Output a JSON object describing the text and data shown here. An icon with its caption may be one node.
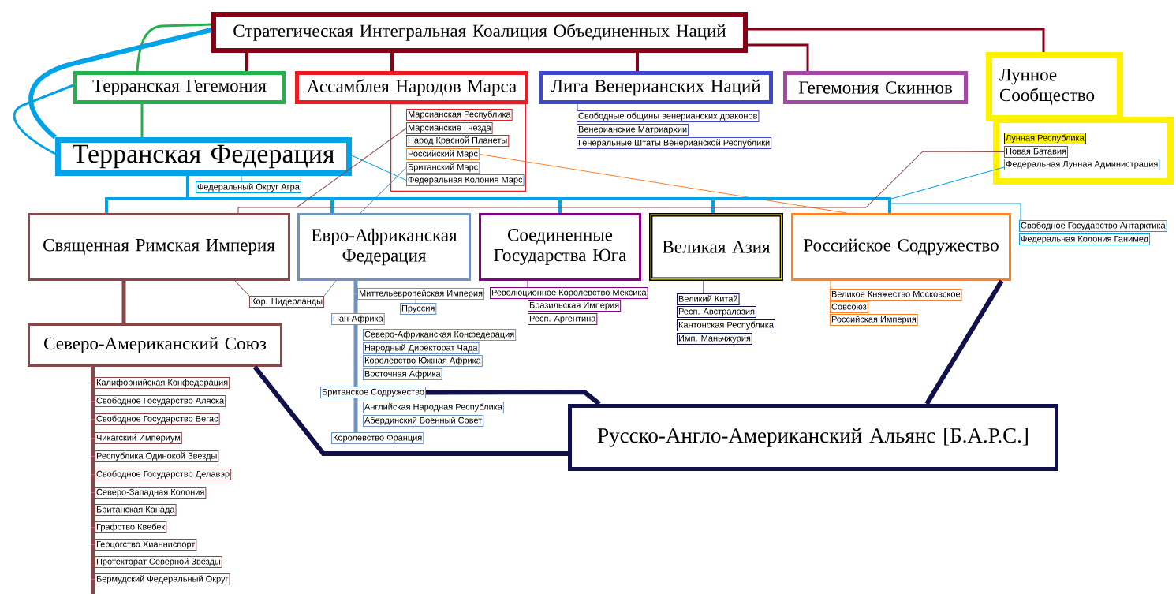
{
  "diagram": {
    "nodes": [
      {
        "text": [
          "Стратегическая Интегральная Коалиция Объединенных Наций"
        ]
      },
      {
        "text": [
          "Терранская Гегемония"
        ]
      },
      {
        "text": [
          "Ассамблея Народов Марса"
        ]
      },
      {
        "text": [
          "Лига Венерианских Наций"
        ]
      },
      {
        "text": [
          "Гегемония Скиннов"
        ]
      },
      {
        "text": [
          "Лунное Сообщество"
        ]
      },
      {
        "text": [],
        "shape": "box"
      },
      {
        "text": [
          "Марсианская Республика"
        ],
        "in": 6
      },
      {
        "text": [
          "Марсианские Гнезда"
        ],
        "in": 6
      },
      {
        "text": [
          "Народ Красной Планеты"
        ],
        "in": 6
      },
      {
        "text": [
          "Российский Марс"
        ],
        "in": 6
      },
      {
        "text": [
          "Британский Марс"
        ],
        "in": 6
      },
      {
        "text": [
          "Федеральная Колония Марс"
        ],
        "in": 6
      },
      {
        "text": [
          "Свободные общины венерианских драконов"
        ]
      },
      {
        "text": [
          "Венерианские Матриархии"
        ]
      },
      {
        "text": [
          "Генеральные Штаты Венерианской Республики"
        ]
      },
      {
        "text": [],
        "shape": "box"
      },
      {
        "text": [
          "Лунная Республика"
        ],
        "in": 16
      },
      {
        "text": [
          "Новая Батавия"
        ],
        "in": 16
      },
      {
        "text": [
          "Федеральная Лунная Администрация"
        ],
        "in": 16
      },
      {
        "text": [
          "Терранская Федерация"
        ]
      },
      {
        "text": [
          "Федеральный Округ Агра"
        ]
      },
      {
        "text": [
          "Священная Римская Империя"
        ]
      },
      {
        "text": [
          "Евро-Африканская Федерация"
        ]
      },
      {
        "text": [
          "Соединенные Государства Юга"
        ]
      },
      {
        "text": [
          "Великая Азия"
        ]
      },
      {
        "text": [
          "Российское Содружество"
        ]
      },
      {
        "text": [
          "Свободное Государство Антарктика"
        ]
      },
      {
        "text": [
          "Федеральная Колония Ганимед"
        ]
      },
      {
        "text": [
          "Кор. Нидерланды"
        ]
      },
      {
        "text": [
          "Миттельевропейская Империя"
        ]
      },
      {
        "text": [
          "Пруссия"
        ]
      },
      {
        "text": [
          "Пан-Африка"
        ]
      },
      {
        "text": [
          "Северо-Африканская Конфедерация"
        ]
      },
      {
        "text": [
          "Народный Директорат Чада"
        ]
      },
      {
        "text": [
          "Королевство Южная Африка"
        ]
      },
      {
        "text": [
          "Восточная Африка"
        ]
      },
      {
        "text": [
          "Британское Содружество"
        ]
      },
      {
        "text": [
          "Английская Народная Республика"
        ]
      },
      {
        "text": [
          "Абердинский Военный Совет"
        ]
      },
      {
        "text": [
          "Королевство Франция"
        ]
      },
      {
        "text": [
          "Революционное Королевство Мексика"
        ]
      },
      {
        "text": [
          "Бразильская Империя"
        ]
      },
      {
        "text": [
          "Респ. Аргентина"
        ]
      },
      {
        "text": [
          "Великий Китай"
        ]
      },
      {
        "text": [
          "Респ. Австралазия"
        ]
      },
      {
        "text": [
          "Кантонская Республика"
        ]
      },
      {
        "text": [
          "Имп. Маньчжурия"
        ]
      },
      {
        "text": [
          "Великое Княжество Московское"
        ]
      },
      {
        "text": [
          "Совсоюз"
        ]
      },
      {
        "text": [
          "Российская Империя"
        ]
      },
      {
        "text": [
          "Северо-Американский Союз"
        ]
      },
      {
        "text": [
          "Калифорнийская Конфедерация"
        ]
      },
      {
        "text": [
          "Свободное Государство Аляска"
        ]
      },
      {
        "text": [
          "Свободное Государство Вегас"
        ]
      },
      {
        "text": [
          "Чикагский Империум"
        ]
      },
      {
        "text": [
          "Республика Одинокой Звезды"
        ]
      },
      {
        "text": [
          "Свободное Государство Делавэр"
        ]
      },
      {
        "text": [
          "Северо-Западная Колония"
        ]
      },
      {
        "text": [
          "Британская Канада"
        ]
      },
      {
        "text": [
          "Графство Квебек"
        ]
      },
      {
        "text": [
          "Герцогство Хианниспорт"
        ]
      },
      {
        "text": [
          "Протекторат Северной Звезды"
        ]
      },
      {
        "text": [
          "Бермудский Федеральный Округ"
        ]
      },
      {
        "text": [
          "Русско-Англо-Американский Альянс [Б.А.Р.С.]"
        ]
      }
    ],
    "edges": [
      {
        "from": 0,
        "to": 1,
        "arrow": "none",
        "color": "#880015"
      },
      {
        "from": 0,
        "to": 2,
        "arrow": "none",
        "color": "#880015"
      },
      {
        "from": 0,
        "to": 3,
        "arrow": "none",
        "color": "#880015"
      },
      {
        "from": 0,
        "to": 4,
        "arrow": "none",
        "color": "#880015"
      },
      {
        "from": 0,
        "to": 5,
        "arrow": "none",
        "color": "#880015"
      },
      {
        "from": 0,
        "to": 1,
        "arrow": "none",
        "color": "#22b14c"
      },
      {
        "from": 0,
        "to": 20,
        "arrow": "none",
        "color": "#00a2e8"
      },
      {
        "from": 1,
        "to": 20,
        "arrow": "none",
        "color": "#00a2e8"
      },
      {
        "from": 1,
        "to": 20,
        "arrow": "none",
        "color": "#22b14c"
      },
      {
        "from": 3,
        "to": 13,
        "arrow": "none",
        "color": "#3f48cc"
      },
      {
        "from": 20,
        "to": 22,
        "arrow": "none",
        "color": "#00a2e8"
      },
      {
        "from": 20,
        "to": 23,
        "arrow": "none",
        "color": "#00a2e8"
      },
      {
        "from": 20,
        "to": 24,
        "arrow": "none",
        "color": "#00a2e8"
      },
      {
        "from": 20,
        "to": 25,
        "arrow": "none",
        "color": "#00a2e8"
      },
      {
        "from": 20,
        "to": 26,
        "arrow": "none",
        "color": "#00a2e8"
      },
      {
        "from": 20,
        "to": 21,
        "arrow": "none",
        "color": "#00a2e8"
      },
      {
        "from": 20,
        "to": 12,
        "arrow": "none",
        "color": "#00a2e8"
      },
      {
        "from": 20,
        "to": 27,
        "arrow": "none",
        "color": "#00a2e8"
      },
      {
        "from": 20,
        "to": 19,
        "arrow": "none",
        "color": "#00a2e8"
      },
      {
        "from": 10,
        "to": 26,
        "arrow": "none",
        "color": "#ff7f27"
      },
      {
        "from": 22,
        "to": 8,
        "arrow": "none",
        "color": "#8b4747"
      },
      {
        "from": 22,
        "to": 18,
        "arrow": "none",
        "color": "#8b4747"
      },
      {
        "from": 23,
        "to": 11,
        "arrow": "none",
        "color": "#7092be"
      },
      {
        "from": 22,
        "to": 29,
        "arrow": "none",
        "color": "#8b4747"
      },
      {
        "from": 23,
        "to": 29,
        "arrow": "none",
        "color": "#7092be"
      },
      {
        "from": 23,
        "to": 30,
        "arrow": "none",
        "color": "#7092be"
      },
      {
        "from": 23,
        "to": 32,
        "arrow": "none",
        "color": "#7092be"
      },
      {
        "from": 32,
        "to": 37,
        "arrow": "none",
        "color": "#7092be"
      },
      {
        "from": 37,
        "to": 40,
        "arrow": "none",
        "color": "#7092be"
      },
      {
        "from": 30,
        "to": 31,
        "arrow": "none",
        "color": "#7092be"
      },
      {
        "from": 24,
        "to": 41,
        "arrow": "none",
        "color": "#800080"
      },
      {
        "from": 25,
        "to": 44,
        "arrow": "none",
        "color": "#10104a"
      },
      {
        "from": 26,
        "to": 48,
        "arrow": "none",
        "color": "#ff7f27"
      },
      {
        "from": 22,
        "to": 51,
        "arrow": "none",
        "color": "#8b4747"
      },
      {
        "from": 51,
        "to": 52,
        "arrow": "none",
        "color": "#8b4747"
      },
      {
        "from": 51,
        "to": 53,
        "arrow": "none",
        "color": "#8b4747"
      },
      {
        "from": 51,
        "to": 54,
        "arrow": "none",
        "color": "#8b4747"
      },
      {
        "from": 51,
        "to": 55,
        "arrow": "none",
        "color": "#8b4747"
      },
      {
        "from": 51,
        "to": 56,
        "arrow": "none",
        "color": "#8b4747"
      },
      {
        "from": 51,
        "to": 57,
        "arrow": "none",
        "color": "#8b4747"
      },
      {
        "from": 51,
        "to": 58,
        "arrow": "none",
        "color": "#8b4747"
      },
      {
        "from": 51,
        "to": 59,
        "arrow": "none",
        "color": "#8b4747"
      },
      {
        "from": 51,
        "to": 60,
        "arrow": "none",
        "color": "#8b4747"
      },
      {
        "from": 51,
        "to": 61,
        "arrow": "none",
        "color": "#8b4747"
      },
      {
        "from": 51,
        "to": 62,
        "arrow": "none",
        "color": "#8b4747"
      },
      {
        "from": 51,
        "to": 63,
        "arrow": "none",
        "color": "#8b4747"
      },
      {
        "from": 37,
        "to": 64,
        "arrow": "none",
        "color": "#10104a"
      },
      {
        "from": 51,
        "to": 64,
        "arrow": "none",
        "color": "#10104a"
      },
      {
        "from": 26,
        "to": 64,
        "arrow": "none",
        "color": "#10104a"
      }
    ]
  }
}
